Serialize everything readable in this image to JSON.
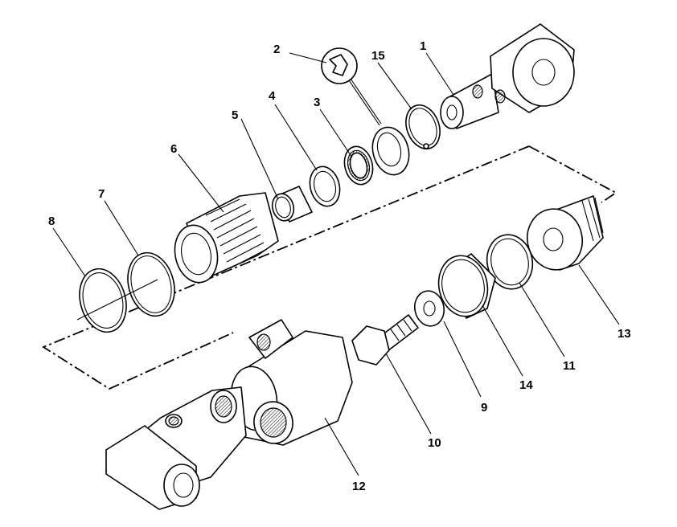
{
  "callouts": [
    {
      "id": "1",
      "text": "1"
    },
    {
      "id": "2",
      "text": "2"
    },
    {
      "id": "3",
      "text": "3"
    },
    {
      "id": "4",
      "text": "4"
    },
    {
      "id": "5",
      "text": "5"
    },
    {
      "id": "6",
      "text": "6"
    },
    {
      "id": "7",
      "text": "7"
    },
    {
      "id": "8",
      "text": "8"
    },
    {
      "id": "9",
      "text": "9"
    },
    {
      "id": "10",
      "text": "10"
    },
    {
      "id": "11",
      "text": "11"
    },
    {
      "id": "12",
      "text": "12"
    },
    {
      "id": "13",
      "text": "13"
    },
    {
      "id": "14",
      "text": "14"
    },
    {
      "id": "15",
      "text": "15"
    }
  ],
  "colors": {
    "line": "#000000",
    "background": "#ffffff"
  }
}
